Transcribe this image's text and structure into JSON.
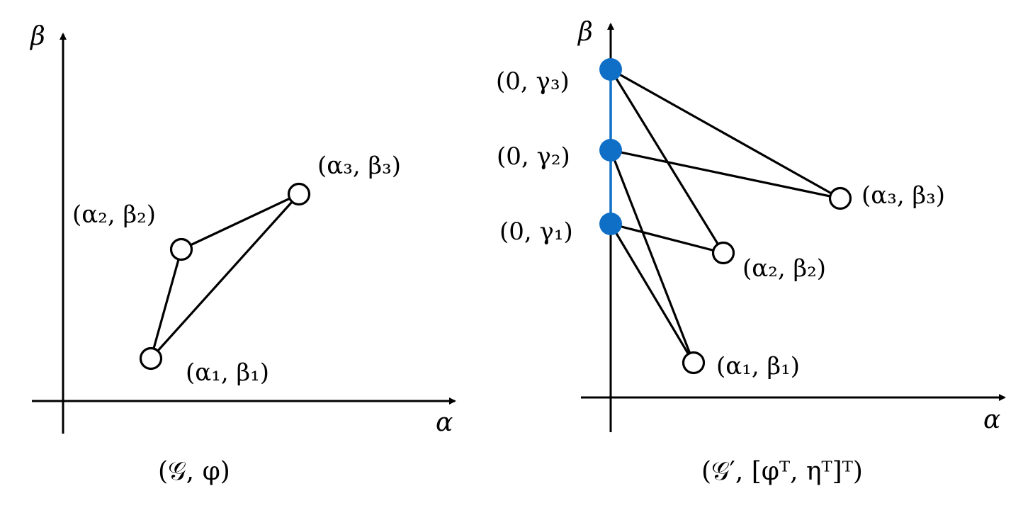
{
  "colors": {
    "ink": "#000000",
    "accent": "#0F6FC6"
  },
  "left": {
    "axis_x_label": "α",
    "axis_y_label": "β",
    "caption": "(𝒢, φ)",
    "nodes": [
      {
        "label": "(α₁, β₁)"
      },
      {
        "label": "(α₂, β₂)"
      },
      {
        "label": "(α₃, β₃)"
      }
    ]
  },
  "right": {
    "axis_x_label": "α",
    "axis_y_label": "β",
    "caption": "(𝒢′, [φᵀ, ηᵀ]ᵀ)",
    "nodes": [
      {
        "label": "(α₁, β₁)"
      },
      {
        "label": "(α₂, β₂)"
      },
      {
        "label": "(α₃, β₃)"
      }
    ],
    "axis_nodes": [
      {
        "label": "(0, γ₁)"
      },
      {
        "label": "(0, γ₂)"
      },
      {
        "label": "(0, γ₃)"
      }
    ]
  }
}
